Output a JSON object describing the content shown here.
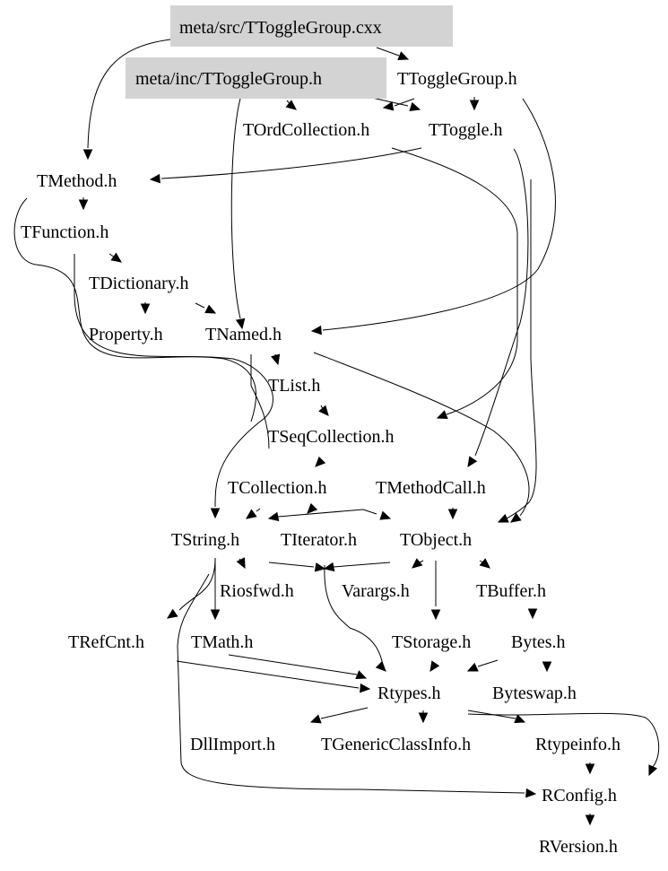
{
  "diagram": {
    "type": "include-dependency-graph",
    "colors": {
      "background": "#ffffff",
      "highlight_fill": "#d3d3d3",
      "edge": "#000000",
      "text": "#000000"
    },
    "nodes": [
      {
        "id": "src_cxx",
        "label": "meta/src/TToggleGroup.cxx",
        "highlighted": true
      },
      {
        "id": "inc_h",
        "label": "meta/inc/TToggleGroup.h",
        "highlighted": true
      },
      {
        "id": "TToggleGroup",
        "label": "TToggleGroup.h",
        "highlighted": false
      },
      {
        "id": "TOrdCollection",
        "label": "TOrdCollection.h",
        "highlighted": false
      },
      {
        "id": "TToggle",
        "label": "TToggle.h",
        "highlighted": false
      },
      {
        "id": "TMethod",
        "label": "TMethod.h",
        "highlighted": false
      },
      {
        "id": "TFunction",
        "label": "TFunction.h",
        "highlighted": false
      },
      {
        "id": "TDictionary",
        "label": "TDictionary.h",
        "highlighted": false
      },
      {
        "id": "Property",
        "label": "Property.h",
        "highlighted": false
      },
      {
        "id": "TNamed",
        "label": "TNamed.h",
        "highlighted": false
      },
      {
        "id": "TList",
        "label": "TList.h",
        "highlighted": false
      },
      {
        "id": "TSeqCollection",
        "label": "TSeqCollection.h",
        "highlighted": false
      },
      {
        "id": "TCollection",
        "label": "TCollection.h",
        "highlighted": false
      },
      {
        "id": "TMethodCall",
        "label": "TMethodCall.h",
        "highlighted": false
      },
      {
        "id": "TString",
        "label": "TString.h",
        "highlighted": false
      },
      {
        "id": "TIterator",
        "label": "TIterator.h",
        "highlighted": false
      },
      {
        "id": "TObject",
        "label": "TObject.h",
        "highlighted": false
      },
      {
        "id": "Riosfwd",
        "label": "Riosfwd.h",
        "highlighted": false
      },
      {
        "id": "Varargs",
        "label": "Varargs.h",
        "highlighted": false
      },
      {
        "id": "TBuffer",
        "label": "TBuffer.h",
        "highlighted": false
      },
      {
        "id": "TRefCnt",
        "label": "TRefCnt.h",
        "highlighted": false
      },
      {
        "id": "TMath",
        "label": "TMath.h",
        "highlighted": false
      },
      {
        "id": "TStorage",
        "label": "TStorage.h",
        "highlighted": false
      },
      {
        "id": "Bytes",
        "label": "Bytes.h",
        "highlighted": false
      },
      {
        "id": "Rtypes",
        "label": "Rtypes.h",
        "highlighted": false
      },
      {
        "id": "Byteswap",
        "label": "Byteswap.h",
        "highlighted": false
      },
      {
        "id": "DllImport",
        "label": "DllImport.h",
        "highlighted": false
      },
      {
        "id": "TGenericClassInfo",
        "label": "TGenericClassInfo.h",
        "highlighted": false
      },
      {
        "id": "Rtypeinfo",
        "label": "Rtypeinfo.h",
        "highlighted": false
      },
      {
        "id": "RConfig",
        "label": "RConfig.h",
        "highlighted": false
      },
      {
        "id": "RVersion",
        "label": "RVersion.h",
        "highlighted": false
      }
    ],
    "edges": [
      {
        "from": "src_cxx",
        "to": "TToggleGroup"
      },
      {
        "from": "src_cxx",
        "to": "TMethod"
      },
      {
        "from": "inc_h",
        "to": "TOrdCollection"
      },
      {
        "from": "inc_h",
        "to": "TToggle"
      },
      {
        "from": "inc_h",
        "to": "TNamed"
      },
      {
        "from": "TToggleGroup",
        "to": "TOrdCollection"
      },
      {
        "from": "TToggleGroup",
        "to": "TToggle"
      },
      {
        "from": "TToggleGroup",
        "to": "TNamed"
      },
      {
        "from": "TToggle",
        "to": "TMethod"
      },
      {
        "from": "TToggle",
        "to": "TMethodCall"
      },
      {
        "from": "TToggle",
        "to": "TObject"
      },
      {
        "from": "TOrdCollection",
        "to": "TSeqCollection"
      },
      {
        "from": "TMethod",
        "to": "TFunction"
      },
      {
        "from": "TMethod",
        "to": "TList"
      },
      {
        "from": "TFunction",
        "to": "TDictionary"
      },
      {
        "from": "TFunction",
        "to": "TString"
      },
      {
        "from": "TDictionary",
        "to": "Property"
      },
      {
        "from": "TDictionary",
        "to": "TNamed"
      },
      {
        "from": "TNamed",
        "to": "TList"
      },
      {
        "from": "TNamed",
        "to": "TObject"
      },
      {
        "from": "TNamed",
        "to": "TString"
      },
      {
        "from": "TList",
        "to": "TSeqCollection"
      },
      {
        "from": "TSeqCollection",
        "to": "TCollection"
      },
      {
        "from": "TCollection",
        "to": "TString"
      },
      {
        "from": "TCollection",
        "to": "TIterator"
      },
      {
        "from": "TCollection",
        "to": "TObject"
      },
      {
        "from": "TMethodCall",
        "to": "TObject"
      },
      {
        "from": "TString",
        "to": "Riosfwd"
      },
      {
        "from": "TString",
        "to": "TRefCnt"
      },
      {
        "from": "TString",
        "to": "TMath"
      },
      {
        "from": "TString",
        "to": "RConfig"
      },
      {
        "from": "TString",
        "to": "Varargs"
      },
      {
        "from": "TObject",
        "to": "Riosfwd"
      },
      {
        "from": "TObject",
        "to": "Varargs"
      },
      {
        "from": "TObject",
        "to": "TBuffer"
      },
      {
        "from": "TObject",
        "to": "TStorage"
      },
      {
        "from": "TIterator",
        "to": "Rtypes"
      },
      {
        "from": "TStorage",
        "to": "Rtypes"
      },
      {
        "from": "TBuffer",
        "to": "Bytes"
      },
      {
        "from": "Bytes",
        "to": "Rtypes"
      },
      {
        "from": "Bytes",
        "to": "Byteswap"
      },
      {
        "from": "TRefCnt",
        "to": "Rtypes"
      },
      {
        "from": "TMath",
        "to": "Rtypes"
      },
      {
        "from": "Rtypes",
        "to": "DllImport"
      },
      {
        "from": "Rtypes",
        "to": "TGenericClassInfo"
      },
      {
        "from": "Rtypes",
        "to": "Rtypeinfo"
      },
      {
        "from": "Rtypes",
        "to": "RConfig"
      },
      {
        "from": "Rtypeinfo",
        "to": "RConfig"
      },
      {
        "from": "RConfig",
        "to": "RVersion"
      }
    ]
  }
}
